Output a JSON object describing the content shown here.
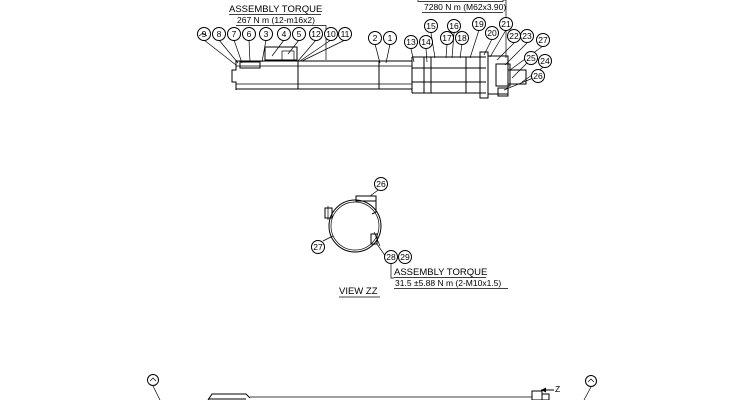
{
  "top_assembly": {
    "torque_label": "ASSEMBLY TORQUE",
    "torque_value": "267 N m (12-m16x2)",
    "right_torque_value": "7280 N m (M62x3.90)",
    "balloons": [
      "9",
      "8",
      "7",
      "6",
      "3",
      "4",
      "5",
      "12",
      "10",
      "11",
      "2",
      "1",
      "13",
      "14",
      "15",
      "16",
      "17",
      "18",
      "19",
      "20",
      "21",
      "22",
      "23",
      "27",
      "25",
      "24",
      "26"
    ]
  },
  "view_zz": {
    "title": "VIEW  ZZ",
    "torque_label": "ASSEMBLY TORQUE",
    "torque_value": "31.5 ±5.88 N m (2-M10x1.5)",
    "balloons": [
      "26",
      "27",
      "28",
      "29"
    ]
  },
  "bottom_assembly": {
    "z_marker": "Z"
  }
}
